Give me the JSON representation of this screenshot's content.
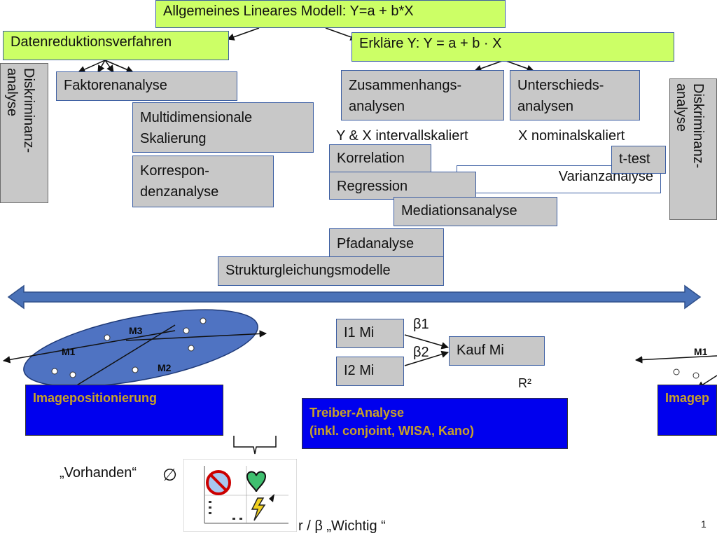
{
  "top": {
    "title": "Allgemeines Lineares Modell: Y=a + b*X",
    "reduction": "Datenreduktionsverfahren",
    "explain": "Erkläre Y:   Y = a + b · X"
  },
  "left_boxes": {
    "factor": "Faktorenanalyse",
    "mds_line1": "Multidimensionale",
    "mds_line2": "Skalierung",
    "corresp_line1": "Korrespon-",
    "corresp_line2": "denzanalyse"
  },
  "diskriminanz": {
    "left_line1": "Diskriminanz-",
    "left_line2": "analyse",
    "right_line1": "Diskriminanz-",
    "right_line2": "analyse"
  },
  "analyses": {
    "zusammenhang_line1": "Zusammenhangs-",
    "zusammenhang_line2": "analysen",
    "unterschied_line1": "Unterschieds-",
    "unterschied_line2": "analysen",
    "interval_label": "Y & X intervallskaliert",
    "nominal_label": "X nominalskaliert",
    "korrelation": "Korrelation",
    "regression": "Regression",
    "ttest": "t-test",
    "varianz": "Varianzanalyse",
    "mediation": "Mediationsanalyse",
    "pfad": "Pfadanalyse",
    "struktur": "Strukturgleichungsmodelle"
  },
  "image_positioning": {
    "m1": "M1",
    "m2": "M2",
    "m3": "M3",
    "label": "Imagepositionierung",
    "right_m1": "M1",
    "right_label": "Imagep"
  },
  "driver": {
    "i1": "I1 Mi",
    "i2": "I2 Mi",
    "kauf": "Kauf Mi",
    "beta1": "β1",
    "beta2": "β2",
    "r2": "R²",
    "label_line1": "Treiber-Analyse",
    "label_line2": "(inkl. conjoint, WISA, Kano)"
  },
  "bottom": {
    "vorhanden": "„Vorhanden“",
    "empty_symbol": "∅",
    "wichtig": "r / β  „Wichtig “",
    "page_number": "1"
  },
  "colors": {
    "green": "#ccff66",
    "gray": "#c8c8c8",
    "blue_fill": "#0000ee",
    "blue_text": "#c9a227",
    "ellipse": "#4f73c2",
    "arrow": "#4a72b8"
  }
}
